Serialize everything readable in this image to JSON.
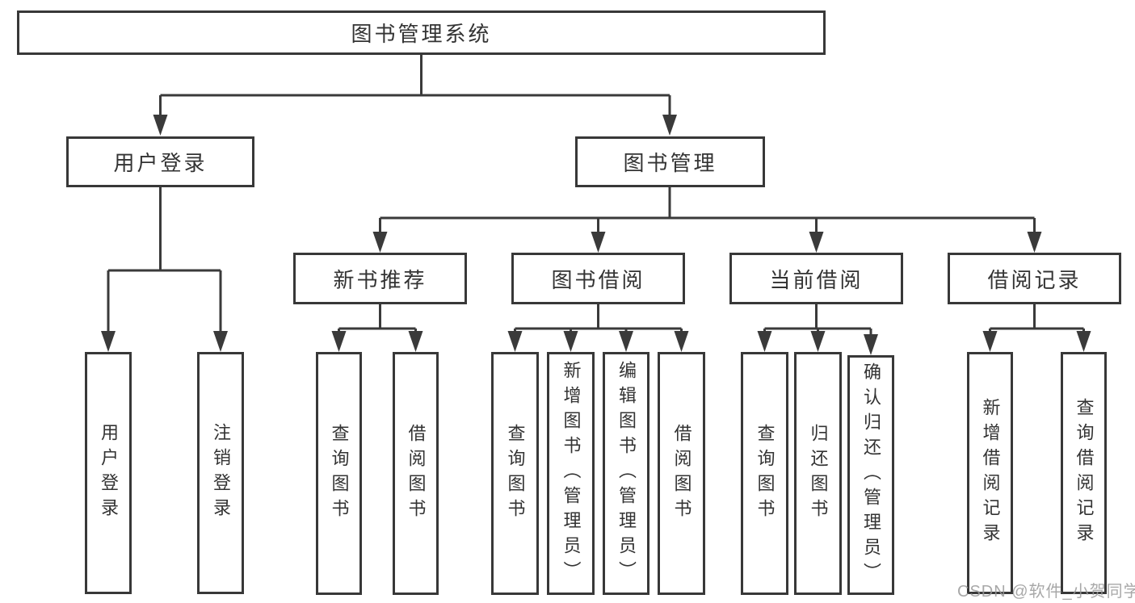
{
  "diagram": {
    "root": {
      "label": "图书管理系统"
    },
    "branches": [
      {
        "label": "用户登录",
        "children": [
          {
            "label": "用户登录"
          },
          {
            "label": "注销登录"
          }
        ]
      },
      {
        "label": "图书管理",
        "children": [
          {
            "label": "新书推荐",
            "children": [
              {
                "label": "查询图书"
              },
              {
                "label": "借阅图书"
              }
            ]
          },
          {
            "label": "图书借阅",
            "children": [
              {
                "label": "查询图书"
              },
              {
                "label": "新增图书（管理员）"
              },
              {
                "label": "编辑图书（管理员）"
              },
              {
                "label": "借阅图书"
              }
            ]
          },
          {
            "label": "当前借阅",
            "children": [
              {
                "label": "查询图书"
              },
              {
                "label": "归还图书"
              },
              {
                "label": "确认归还（管理员）"
              }
            ]
          },
          {
            "label": "借阅记录",
            "children": [
              {
                "label": "新增借阅记录"
              },
              {
                "label": "查询借阅记录"
              }
            ]
          }
        ]
      }
    ]
  },
  "watermark": {
    "text": "CSDN @软件_小贺同学"
  },
  "colors": {
    "line": "#3a3a3a",
    "border": "#383838",
    "text": "#333333",
    "watermark": "#999999",
    "background": "#ffffff"
  }
}
